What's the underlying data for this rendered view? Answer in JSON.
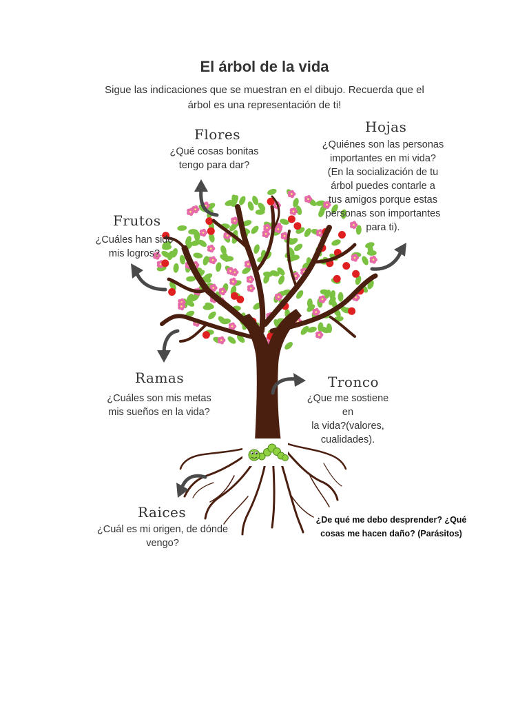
{
  "title": "El árbol de la vida",
  "intro": "Sigue las indicaciones que se muestran en el dibujo. Recuerda que el árbol es una representación de ti!",
  "sections": {
    "flores": {
      "heading": "Flores",
      "lines": [
        "¿Qué cosas bonitas",
        "tengo para dar?"
      ]
    },
    "hojas": {
      "heading": "Hojas",
      "lines": [
        "¿Quiénes son las personas",
        "importantes en mi vida?",
        "(En la socialización de tu",
        "árbol puedes contarle a",
        "tus amigos porque estas",
        "personas son importantes",
        "para ti)."
      ]
    },
    "frutos": {
      "heading": "Frutos",
      "lines": [
        "¿Cuáles han sido",
        "mis logros?"
      ]
    },
    "ramas": {
      "heading": "Ramas",
      "lines": [
        "¿Cuáles son mis  metas",
        "mis sueños en la vida?"
      ]
    },
    "tronco": {
      "heading": "Tronco",
      "lines": [
        "¿Que me sostiene en",
        "la vida?(valores,",
        "cualidades)."
      ]
    },
    "raices": {
      "heading": "Raices",
      "lines": [
        "¿Cuál es mi origen, de dónde",
        "vengo?"
      ]
    }
  },
  "parasites_note": {
    "lines": [
      "¿De qué me debo desprender? ¿Qué",
      "cosas me hacen daño? (Parásitos)"
    ]
  },
  "colors": {
    "trunk": "#4a1f10",
    "leaf": "#7cc242",
    "flower": "#e66aa8",
    "fruit": "#e02020",
    "arrow": "#4a4a4a",
    "worm": "#8fd13f"
  },
  "icons": [
    "arrow-icon",
    "worm-icon",
    "tree-illustration"
  ]
}
